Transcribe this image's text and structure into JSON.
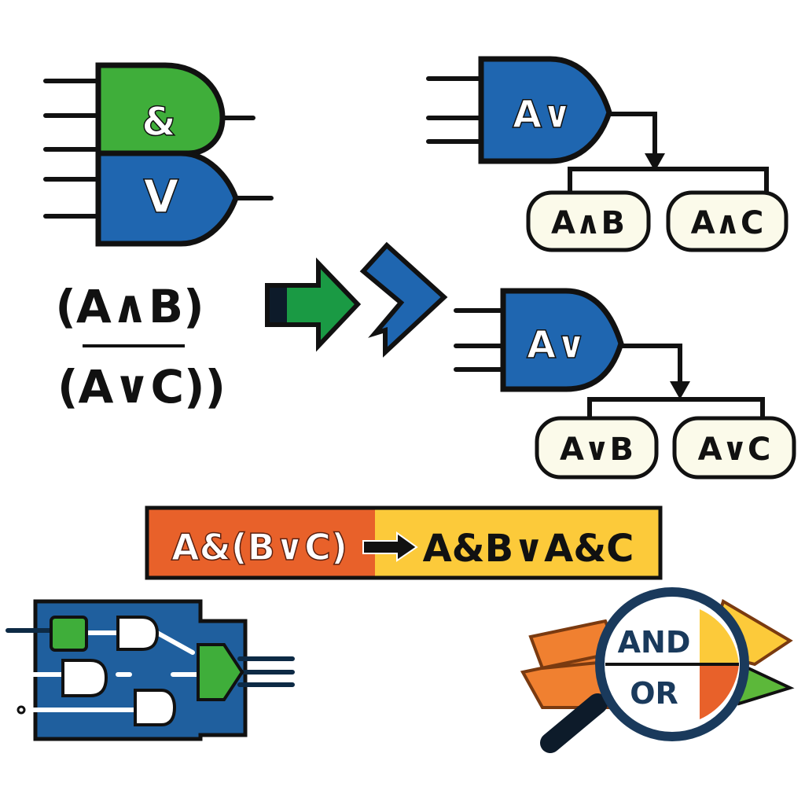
{
  "gates_left": {
    "and_symbol": "&",
    "or_symbol": "V"
  },
  "formula_left": {
    "numerator": "(A∧B)",
    "denominator": "(A∨C))"
  },
  "top_right": {
    "gate_label": "A∨",
    "box1": "A∧B",
    "box2": "A∧C"
  },
  "middle_right": {
    "gate_label": "A∨",
    "box1": "A∨B",
    "box2": "A∨C"
  },
  "banner": {
    "left": "A&(B∨C)",
    "right": "A&B∨A&C"
  },
  "magnifier": {
    "top": "AND",
    "bottom": "OR"
  },
  "colors": {
    "green": "#3fae3a",
    "blue": "#1f66b0",
    "orange": "#e8612a",
    "yellow": "#fcca3a",
    "cream": "#fbfaea",
    "navy": "#1a3a5c"
  }
}
